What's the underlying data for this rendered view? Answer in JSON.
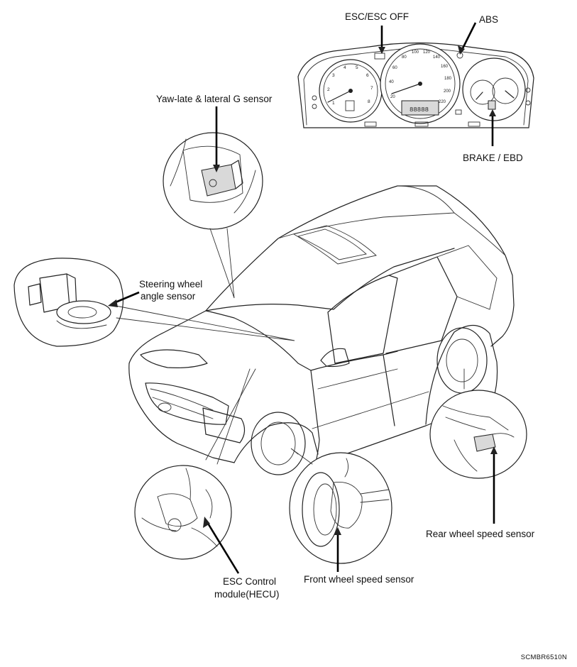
{
  "labels": {
    "esc_off": "ESC/ESC OFF",
    "abs": "ABS",
    "brake_ebd": "BRAKE / EBD",
    "yaw_sensor": "Yaw-late & lateral G sensor",
    "steering_line1": "Steering wheel",
    "steering_line2": "angle sensor",
    "rear_wheel": "Rear wheel speed sensor",
    "esc_module_line1": "ESC Control",
    "esc_module_line2": "module(HECU)",
    "front_wheel": "Front wheel speed sensor"
  },
  "figure_code": "SCMBR6510N",
  "gauges": {
    "tach_ticks": [
      "1",
      "2",
      "3",
      "4",
      "5",
      "6",
      "7",
      "8"
    ],
    "speedo_ticks": [
      "20",
      "40",
      "60",
      "80",
      "100",
      "120",
      "140",
      "160",
      "180",
      "200",
      "220"
    ],
    "odometer": "88888"
  }
}
